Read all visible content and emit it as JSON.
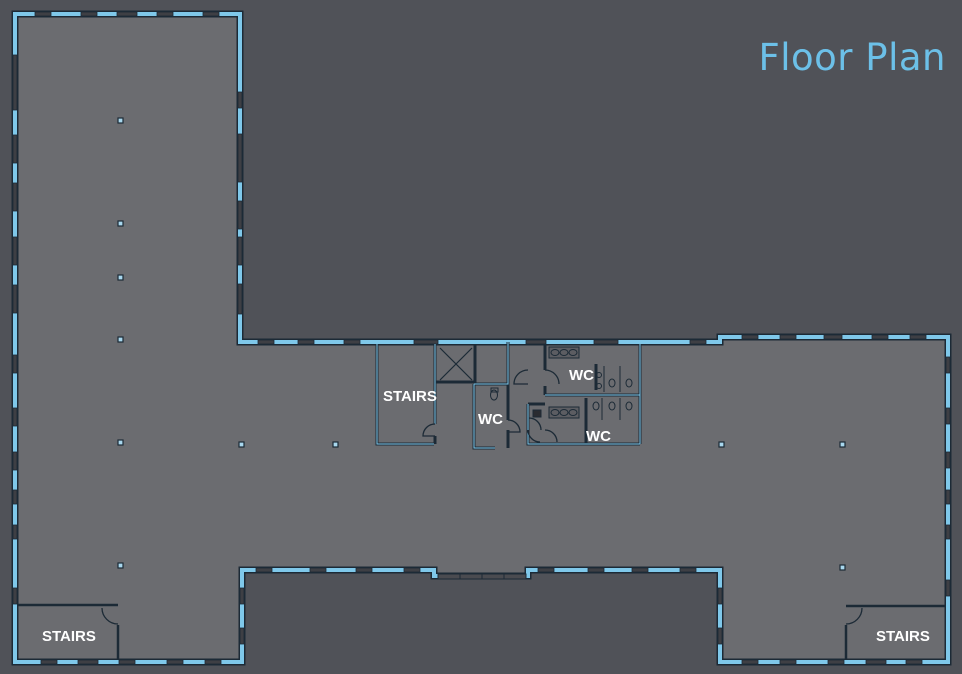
{
  "title": "Floor Plan",
  "colors": {
    "background": "#505258",
    "floor": "#6b6c70",
    "wall": "#7fc8ea",
    "wall_outline": "#1c2a36",
    "window": "#3e3f44",
    "label": "#ffffff",
    "title": "#6cc0e8"
  },
  "rooms": [
    {
      "id": "stairs-core",
      "label": "STAIRS"
    },
    {
      "id": "wc-accessible",
      "label": "WC"
    },
    {
      "id": "wc-upper",
      "label": "WC"
    },
    {
      "id": "wc-lower",
      "label": "WC"
    },
    {
      "id": "stairs-southwest",
      "label": "STAIRS"
    },
    {
      "id": "stairs-southeast",
      "label": "STAIRS"
    }
  ]
}
